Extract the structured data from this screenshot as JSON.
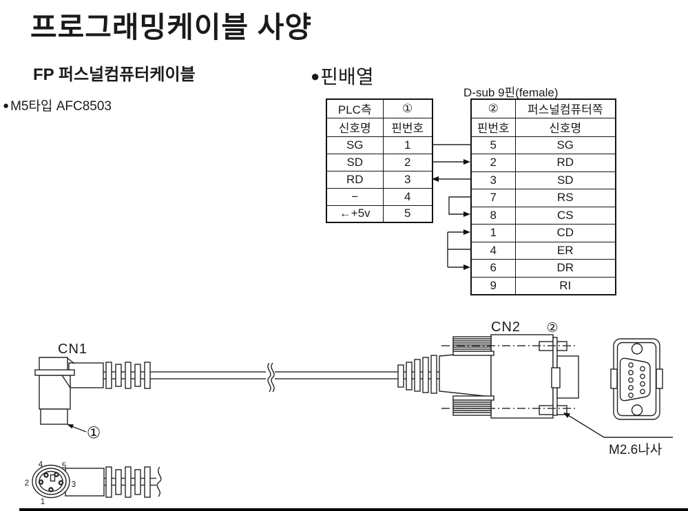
{
  "header": {
    "title": "프로그래밍케이블 사양",
    "subtitle": "FP 퍼스널컴퓨터케이블",
    "model_bullet": "●",
    "model_text": "M5타입 AFC8503"
  },
  "pin_section": {
    "bullet": "●",
    "heading": "핀배열",
    "dsub_label": "D-sub 9핀(female)"
  },
  "pin_tables": {
    "plc": {
      "col1_header": "PLC측",
      "col2_header": "①",
      "col1_subheader": "신호명",
      "col2_subheader": "핀번호",
      "rows": [
        {
          "signal": "SG",
          "pin": "1"
        },
        {
          "signal": "SD",
          "pin": "2"
        },
        {
          "signal": "RD",
          "pin": "3"
        },
        {
          "signal": "−",
          "pin": "4"
        },
        {
          "signal": "←+5v",
          "pin": "5"
        }
      ]
    },
    "pc": {
      "col1_header": "②",
      "col2_header": "퍼스널컴퓨터쪽",
      "col1_subheader": "핀번호",
      "col2_subheader": "신호명",
      "rows": [
        {
          "pin": "5",
          "signal": "SG"
        },
        {
          "pin": "2",
          "signal": "RD"
        },
        {
          "pin": "3",
          "signal": "SD"
        },
        {
          "pin": "7",
          "signal": "RS"
        },
        {
          "pin": "8",
          "signal": "CS"
        },
        {
          "pin": "1",
          "signal": "CD"
        },
        {
          "pin": "4",
          "signal": "ER"
        },
        {
          "pin": "6",
          "signal": "DR"
        },
        {
          "pin": "9",
          "signal": "RI"
        }
      ]
    }
  },
  "diagram": {
    "cn1_label": "CN1",
    "cn1_ref": "①",
    "cn2_label": "CN2",
    "cn2_ref": "②",
    "screw_label": "M2.6나사",
    "din_pin_labels": {
      "p1": "1",
      "p2": "2",
      "p3": "3",
      "p4": "4",
      "p5": "5"
    }
  }
}
